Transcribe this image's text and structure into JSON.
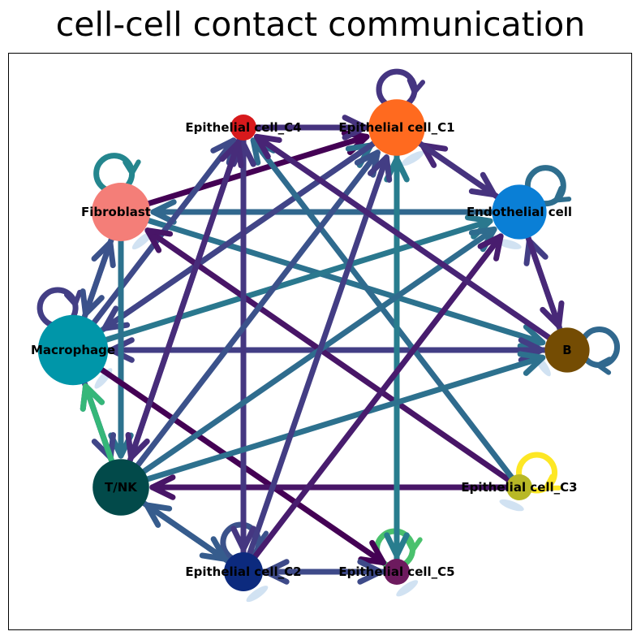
{
  "title": "cell-cell contact communication",
  "nodes": [
    {
      "id": "C4",
      "label": "Epithelial cell_C4",
      "color": "#d7191c",
      "size": 1.0
    },
    {
      "id": "C1",
      "label": "Epithelial cell_C1",
      "color": "#ff6a1f",
      "size": 2.9
    },
    {
      "id": "Endo",
      "label": "Endothelial cell",
      "color": "#0a7fd6",
      "size": 2.8
    },
    {
      "id": "B",
      "label": "B",
      "color": "#744c03",
      "size": 2.3
    },
    {
      "id": "C3",
      "label": "Epithelial cell_C3",
      "color": "#b8b826",
      "size": 1.0
    },
    {
      "id": "C5",
      "label": "Epithelial cell_C5",
      "color": "#6d1a5e",
      "size": 1.1
    },
    {
      "id": "C2",
      "label": "Epithelial cell_C2",
      "color": "#0c2a7e",
      "size": 2.0
    },
    {
      "id": "TNK",
      "label": "T/NK",
      "color": "#024a4a",
      "size": 2.9
    },
    {
      "id": "Mac",
      "label": "Macrophage",
      "color": "#0096a9",
      "size": 3.6
    },
    {
      "id": "Fib",
      "label": "Fibroblast",
      "color": "#f47e78",
      "size": 3.0
    }
  ],
  "edges": [
    {
      "from": "Fib",
      "to": "C1",
      "color": "#440154"
    },
    {
      "from": "C4",
      "to": "C1",
      "color": "#46337e"
    },
    {
      "from": "Endo",
      "to": "C1",
      "color": "#482878"
    },
    {
      "from": "Endo",
      "to": "Fib",
      "color": "#31688e"
    },
    {
      "from": "Fib",
      "to": "B",
      "color": "#2c728e"
    },
    {
      "from": "Mac",
      "to": "B",
      "color": "#433e85"
    },
    {
      "from": "B",
      "to": "Mac",
      "color": "#433e85"
    },
    {
      "from": "Mac",
      "to": "Endo",
      "color": "#2a788e"
    },
    {
      "from": "Mac",
      "to": "C1",
      "color": "#2d708e"
    },
    {
      "from": "Mac",
      "to": "C4",
      "color": "#3e4a89"
    },
    {
      "from": "C1",
      "to": "Mac",
      "color": "#414487"
    },
    {
      "from": "Fib",
      "to": "Mac",
      "color": "#3b528b"
    },
    {
      "from": "Mac",
      "to": "Fib",
      "color": "#3b528b"
    },
    {
      "from": "Fib",
      "to": "TNK",
      "color": "#2c728e"
    },
    {
      "from": "TNK",
      "to": "Mac",
      "color": "#3b528b"
    },
    {
      "from": "Mac",
      "to": "TNK",
      "color": "#404688"
    },
    {
      "from": "Mac",
      "to": "C5",
      "color": "#440154"
    },
    {
      "from": "C3",
      "to": "Fib",
      "color": "#481567"
    },
    {
      "from": "C3",
      "to": "TNK",
      "color": "#481567"
    },
    {
      "from": "C3",
      "to": "C4",
      "color": "#2f6b8e"
    },
    {
      "from": "C4",
      "to": "C2",
      "color": "#453781"
    },
    {
      "from": "C2",
      "to": "C4",
      "color": "#453781"
    },
    {
      "from": "C5",
      "to": "C1",
      "color": "#287d8e"
    },
    {
      "from": "C1",
      "to": "C5",
      "color": "#287d8e"
    },
    {
      "from": "C5",
      "to": "C2",
      "color": "#3e4a89"
    },
    {
      "from": "C2",
      "to": "C5",
      "color": "#3e4a89"
    },
    {
      "from": "TNK",
      "to": "C1",
      "color": "#3b528b"
    },
    {
      "from": "TNK",
      "to": "Endo",
      "color": "#2f6c8e"
    },
    {
      "from": "TNK",
      "to": "B",
      "color": "#2d718e"
    },
    {
      "from": "C2",
      "to": "C1",
      "color": "#433d84"
    },
    {
      "from": "C2",
      "to": "Endo",
      "color": "#481c6e"
    },
    {
      "from": "C2",
      "to": "TNK",
      "color": "#365c8d"
    },
    {
      "from": "TNK",
      "to": "C2",
      "color": "#365c8d"
    },
    {
      "from": "B",
      "to": "C4",
      "color": "#482475"
    },
    {
      "from": "B",
      "to": "Endo",
      "color": "#433e85"
    },
    {
      "from": "Endo",
      "to": "B",
      "color": "#482878"
    },
    {
      "from": "TNK",
      "to": "C4",
      "color": "#472c7a"
    },
    {
      "from": "C4",
      "to": "TNK",
      "color": "#472c7a"
    },
    {
      "from": "TNK",
      "to": "Mac2",
      "color": "#35b779"
    },
    {
      "from": "C1",
      "to": "Endo",
      "color": "#46337e"
    }
  ],
  "loops": [
    {
      "node": "C1",
      "color": "#453581"
    },
    {
      "node": "Endo",
      "color": "#2e6e8e"
    },
    {
      "node": "B",
      "color": "#31688e"
    },
    {
      "node": "Fib",
      "color": "#24868e"
    },
    {
      "node": "Mac",
      "color": "#433e85"
    },
    {
      "node": "C3",
      "color": "#fde725"
    },
    {
      "node": "C5",
      "color": "#4ac16d"
    },
    {
      "node": "C2",
      "color": "#3b528b"
    }
  ]
}
